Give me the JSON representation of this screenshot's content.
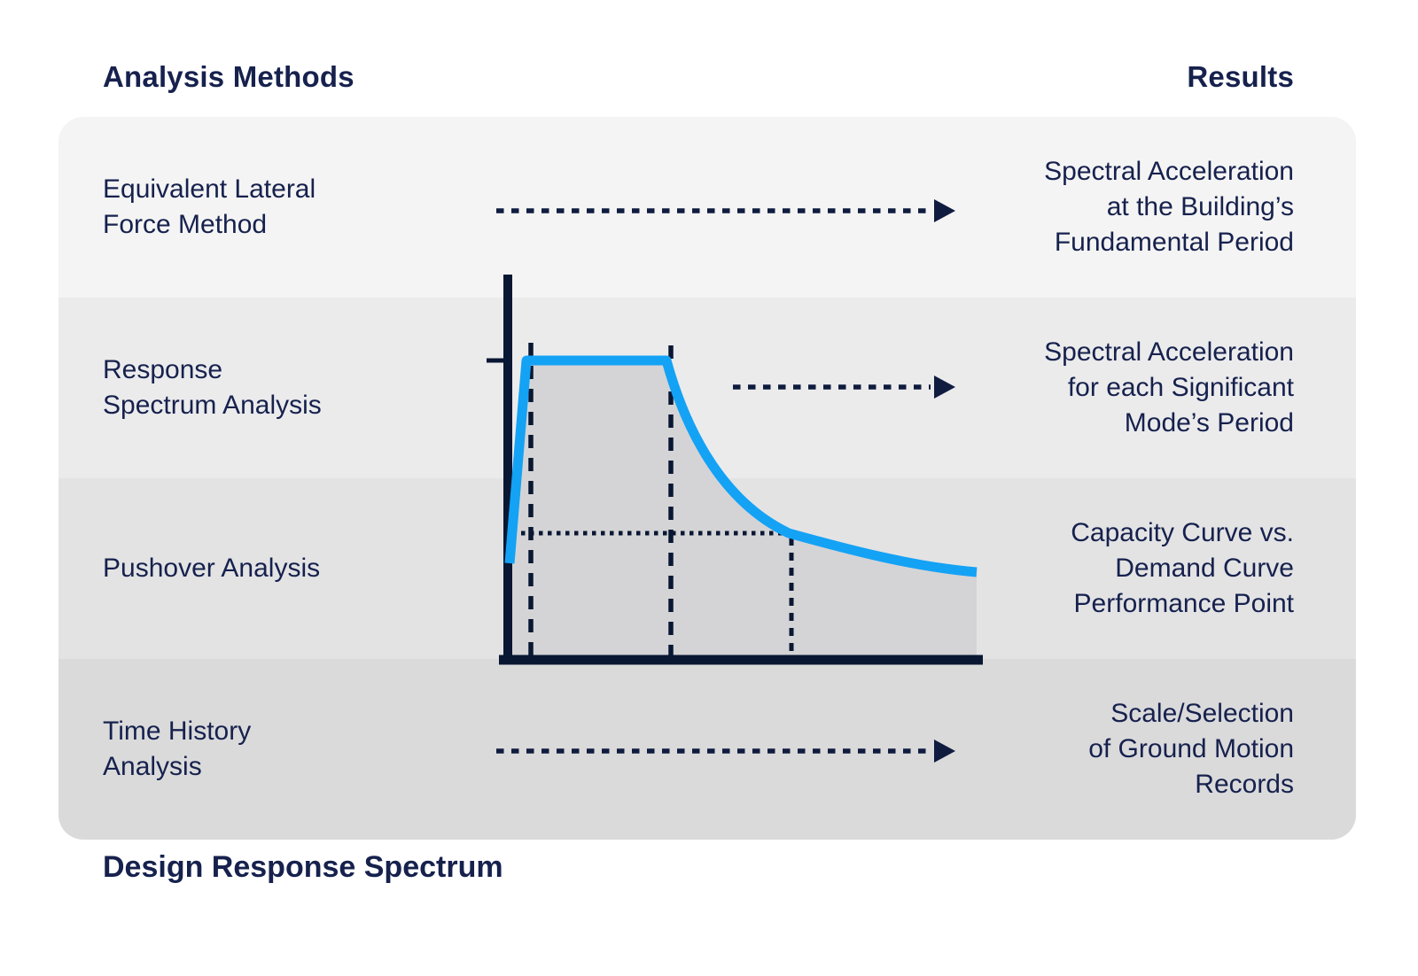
{
  "headers": {
    "left": "Analysis Methods",
    "right": "Results"
  },
  "caption": "Design Response Spectrum",
  "rows": [
    {
      "method_lines": [
        "Equivalent Lateral",
        "Force Method"
      ],
      "result_lines": [
        "Spectral Acceleration",
        "at the Building’s",
        "Fundamental Period"
      ],
      "has_arrow": true
    },
    {
      "method_lines": [
        "Response",
        "Spectrum Analysis"
      ],
      "result_lines": [
        "Spectral Acceleration",
        "for each Significant",
        "Mode’s Period"
      ],
      "has_arrow": true
    },
    {
      "method_lines": [
        "Pushover Analysis"
      ],
      "result_lines": [
        "Capacity Curve vs.",
        "Demand Curve",
        "Performance Point"
      ],
      "has_arrow": false
    },
    {
      "method_lines": [
        "Time History",
        "Analysis"
      ],
      "result_lines": [
        "Scale/Selection",
        "of Ground Motion",
        "Records"
      ],
      "has_arrow": true
    }
  ],
  "chart_data": {
    "type": "line",
    "title": "Design Response Spectrum",
    "xlabel": "",
    "ylabel": "",
    "tick_labels": [],
    "grid": false,
    "legend": "none",
    "series": [
      {
        "name": "design-response-spectrum-curve",
        "shape_normalized_xy": [
          [
            0.02,
            0.36
          ],
          [
            0.06,
            1.0
          ],
          [
            0.36,
            1.0
          ],
          [
            0.42,
            0.79
          ],
          [
            0.52,
            0.58
          ],
          [
            0.62,
            0.42
          ],
          [
            0.78,
            0.33
          ],
          [
            1.0,
            0.3
          ]
        ],
        "description": "steep rise from origin, flat plateau between two dashed vertical period markers, hyperbolic decay toward a constant value"
      }
    ],
    "annotations": {
      "y_axis_tick_at_plateau_level": true,
      "dashed_vertical_markers_count": 2,
      "dotted_readout": "dotted horizontal line from y-axis to curve with dotted vertical drop to x-axis",
      "area_under_curve_shaded": true
    }
  },
  "colors": {
    "page_bg": "#ffffff",
    "text_navy": "#16214d",
    "line_navy": "#0a1733",
    "arrow_navy": "#0f1c3f",
    "accent_blue": "#14a2f5",
    "chart_fill": "#d4d4d6",
    "row_bgs": [
      "#f4f4f4",
      "#ebebec",
      "#e3e3e4",
      "#dadadb"
    ]
  }
}
